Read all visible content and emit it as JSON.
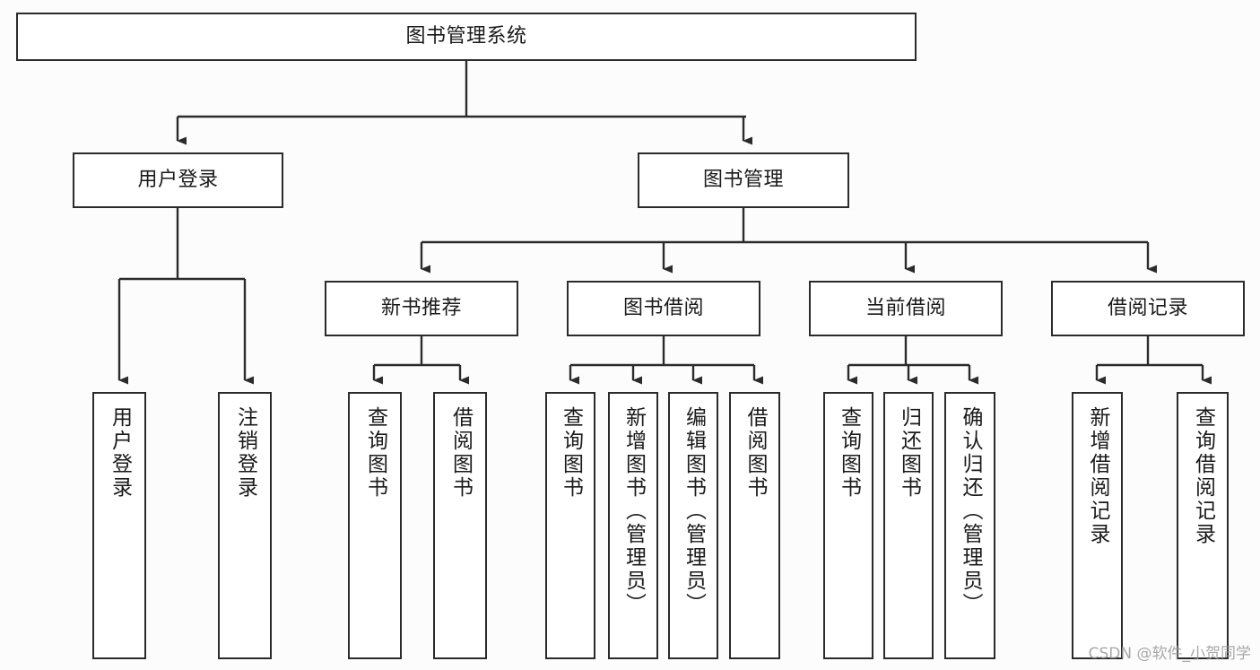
{
  "diagram": {
    "title": "图书管理系统",
    "type": "tree-hierarchy",
    "root": {
      "label": "图书管理系统"
    },
    "level2": [
      {
        "label": "用户登录"
      },
      {
        "label": "图书管理"
      }
    ],
    "level3": [
      {
        "label": "新书推荐"
      },
      {
        "label": "图书借阅"
      },
      {
        "label": "当前借阅"
      },
      {
        "label": "借阅记录"
      }
    ],
    "leaves": {
      "user_login": [
        {
          "label": "用户登录"
        },
        {
          "label": "注销登录"
        }
      ],
      "new_book_recommend": [
        {
          "label": "查询图书"
        },
        {
          "label": "借阅图书"
        }
      ],
      "book_borrow": [
        {
          "label": "查询图书"
        },
        {
          "label": "新增图书（管理员）"
        },
        {
          "label": "编辑图书（管理员）"
        },
        {
          "label": "借阅图书"
        }
      ],
      "current_borrow": [
        {
          "label": "查询图书"
        },
        {
          "label": "归还图书"
        },
        {
          "label": "确认归还（管理员）"
        }
      ],
      "borrow_record": [
        {
          "label": "新增借阅记录"
        },
        {
          "label": "查询借阅记录"
        }
      ]
    }
  },
  "watermark": {
    "text": "CSDN @软件_小贺同学"
  },
  "colors": {
    "border": "#2b2b2b",
    "text": "#1a1a1a",
    "background": "#fcfcfc",
    "node_fill": "#ffffff",
    "watermark": "#9a9a9a"
  }
}
